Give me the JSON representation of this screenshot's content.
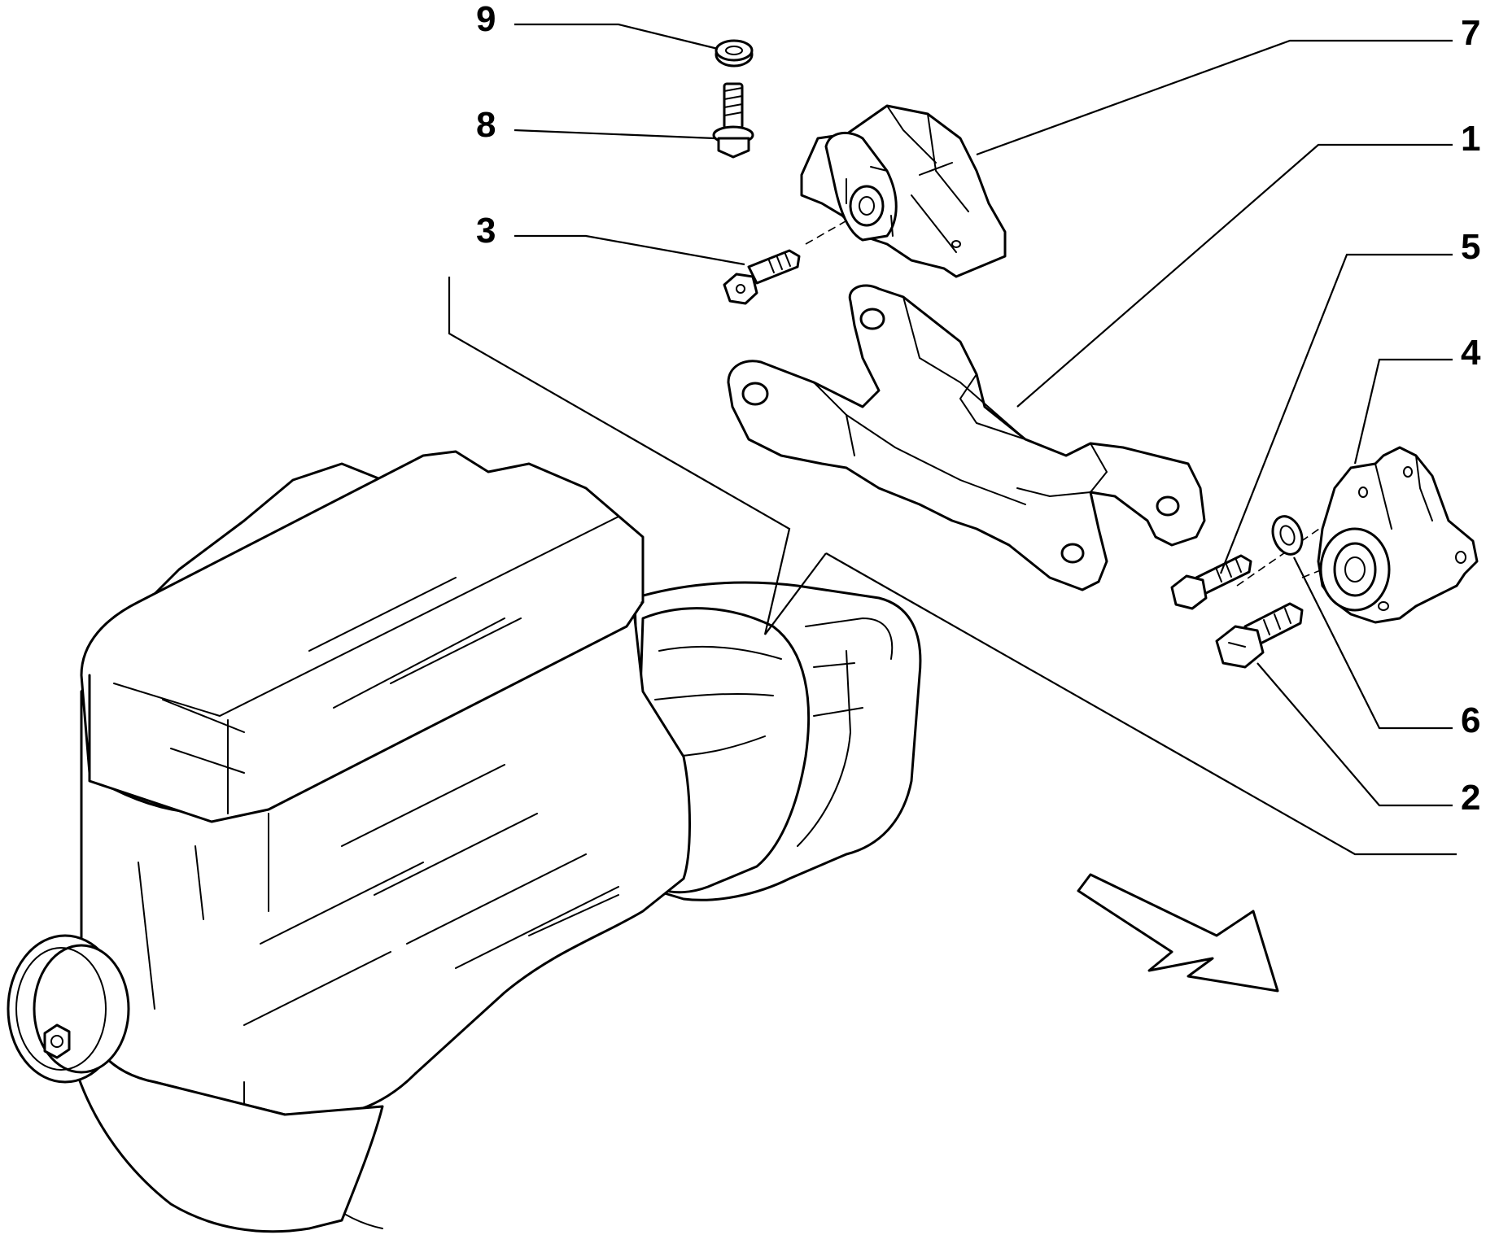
{
  "diagram": {
    "callouts": [
      {
        "id": "9",
        "label": "9",
        "part": "washer"
      },
      {
        "id": "8",
        "label": "8",
        "part": "flange-bolt"
      },
      {
        "id": "3",
        "label": "3",
        "part": "hex-bolt"
      },
      {
        "id": "7",
        "label": "7",
        "part": "rubber-mount-upper"
      },
      {
        "id": "1",
        "label": "1",
        "part": "mounting-bracket"
      },
      {
        "id": "5",
        "label": "5",
        "part": "hex-bolt"
      },
      {
        "id": "4",
        "label": "4",
        "part": "rubber-mount-rear"
      },
      {
        "id": "6",
        "label": "6",
        "part": "washer"
      },
      {
        "id": "2",
        "label": "2",
        "part": "hex-bolt-large"
      }
    ],
    "direction_arrow_icon": "arrow-outline-icon",
    "line_color": "#000000",
    "background": "#ffffff"
  }
}
